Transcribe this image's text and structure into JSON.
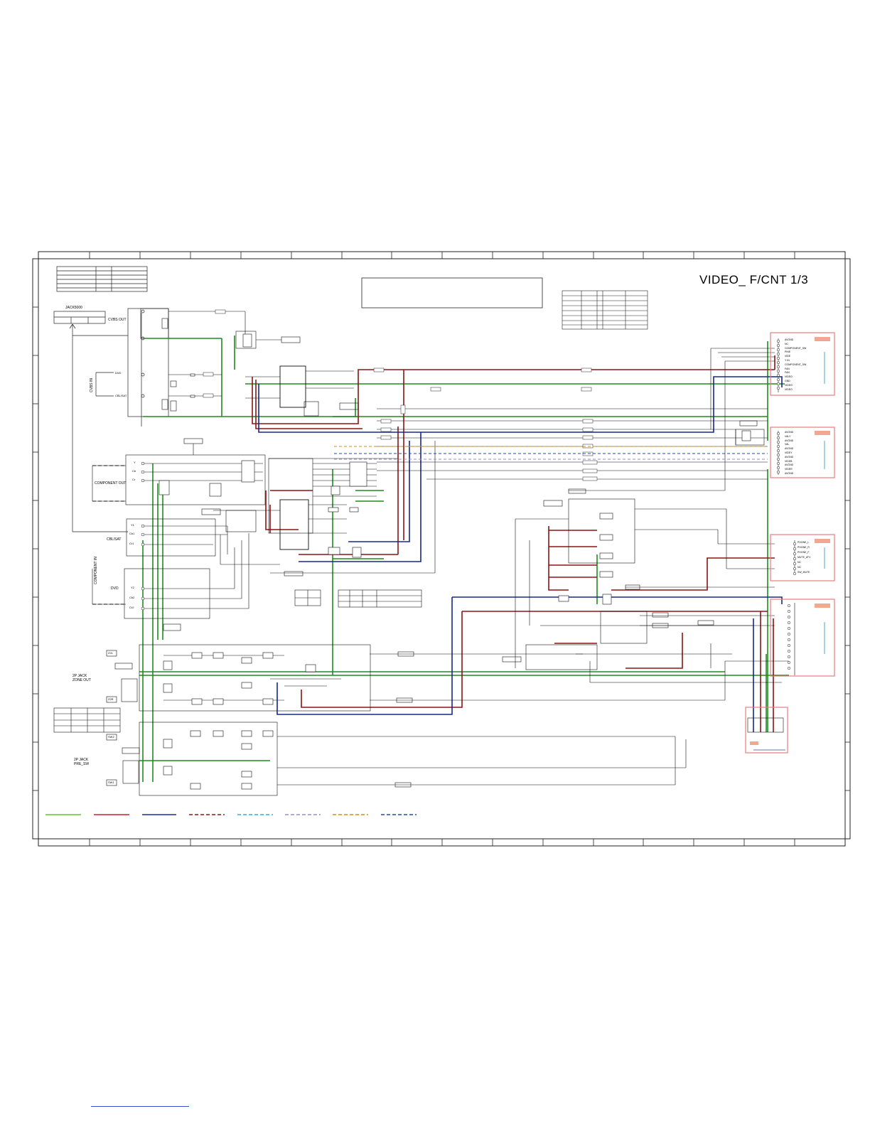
{
  "sheet": {
    "title": "VIDEO_ F/CNT 1/3"
  },
  "labels": {
    "jack_main": "JACK5000",
    "cvbs_out": "CVBS OUT",
    "cvbs_in": "CVBS IN",
    "dvd": "DVD",
    "cbl_sat": "CBL/SAT",
    "component_out": "COMPONENT OUT",
    "component_in": "COMPONENT IN",
    "cbl_sat2": "CBL/SAT",
    "dvd2": "DVD",
    "y": "Y",
    "cb": "Cb",
    "cr": "Cr",
    "y1": "Y1",
    "cb1": "Cb1",
    "cr1": "Cr1",
    "y2": "Y2",
    "cb2": "Cb2",
    "cr2": "Cr2",
    "zone_jack": "2P JACK\nZONE OUT",
    "pre_jack": "2P JACK\nPRE_SW",
    "z2l": "Z2L",
    "z2r": "Z2R",
    "sw2": "SW2",
    "sw1": "SW1"
  },
  "connector_pins": {
    "cn1": [
      "AVGND",
      "NC",
      "COMPONENT_SW",
      "PINE",
      "VIDE",
      "Y IN",
      "COMPONENT_SW",
      "FAN",
      "FAN",
      "VIDEO",
      "GND",
      "VIDEO",
      "VIDEO"
    ],
    "cn2": [
      "AVGND",
      "VALY",
      "AVGND",
      "VAL",
      "AVGND",
      "VIDEY",
      "AVGND",
      "VIDEB",
      "AVGND",
      "VIDER",
      "AVGND"
    ],
    "cn3": [
      "PHONE_L",
      "PHONE_R",
      "PHONE_F",
      "MUTE_ATV",
      "NC",
      "NC",
      "SW_MUTE"
    ]
  },
  "colors": {
    "green": "#1e8c1e",
    "red": "#8b1414",
    "blue": "#14288c",
    "gray": "#111111",
    "connector_box": "#e87b7b",
    "connector_tab": "#f0a890",
    "cyan": "#4aa8d0",
    "legend_green": "#55cc33",
    "legend_red": "#cc2222",
    "legend_blue": "#1a2f9e",
    "legend_dark_red": "#8b1a1a",
    "legend_cyan": "#33aadd",
    "legend_violet": "#9a88cc",
    "legend_orange": "#d98a1a",
    "legend_navy": "#2a4a9a"
  }
}
